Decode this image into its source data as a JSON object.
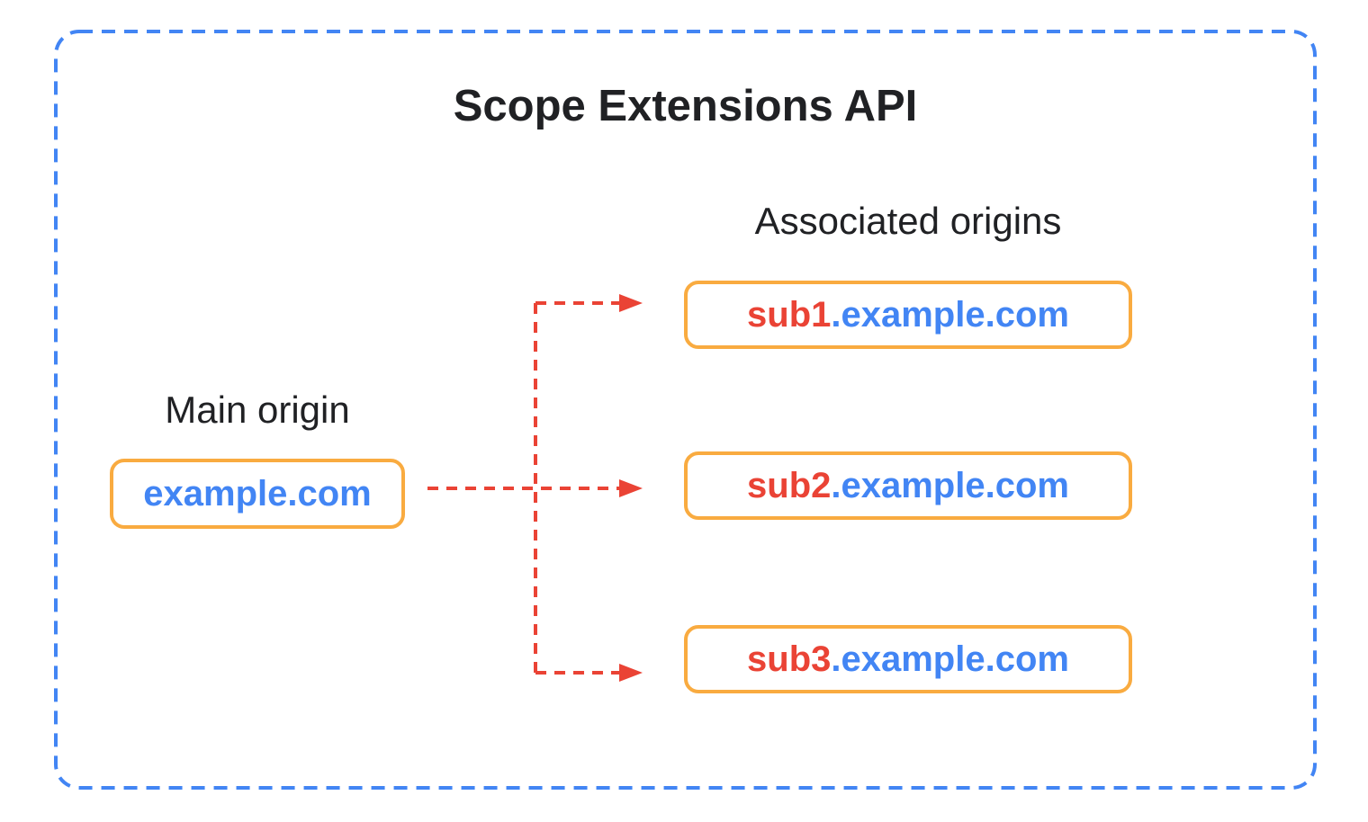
{
  "title": "Scope Extensions API",
  "main_origin": {
    "label": "Main origin",
    "domain": "example.com"
  },
  "associated_origins": {
    "label": "Associated origins",
    "items": [
      {
        "subdomain": "sub1",
        "suffix": ".example.com"
      },
      {
        "subdomain": "sub2",
        "suffix": ".example.com"
      },
      {
        "subdomain": "sub3",
        "suffix": ".example.com"
      }
    ]
  },
  "colors": {
    "blue": "#4285F4",
    "red": "#EA4335",
    "orange": "#F9AB40",
    "text": "#202124",
    "background": "#FFFFFF"
  }
}
